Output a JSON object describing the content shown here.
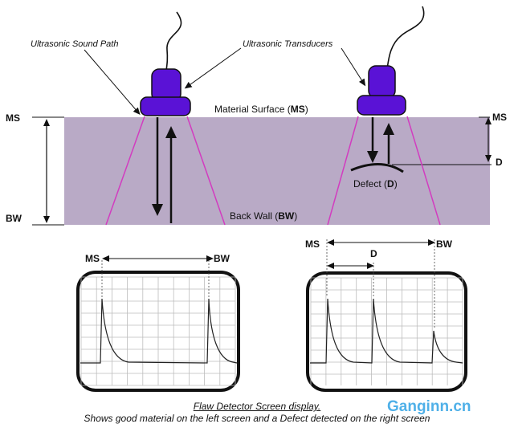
{
  "labels": {
    "sound_path": "Ultrasonic Sound Path",
    "transducers": "Ultrasonic Transducers",
    "material_surface_prefix": "Material Surface (",
    "material_surface_abbr": "MS",
    "material_surface_suffix": ")",
    "back_wall_prefix": "Back Wall (",
    "back_wall_abbr": "BW",
    "back_wall_suffix": ")",
    "defect_prefix": "Defect (",
    "defect_abbr": "D",
    "defect_suffix": ")",
    "ms": "MS",
    "bw": "BW",
    "d": "D"
  },
  "caption": {
    "line1": "Flaw Detector Screen display.",
    "line2": "Shows good material on the left screen and a Defect detected on the right screen"
  },
  "watermark": "Ganginn.cn",
  "colors": {
    "material": "#b9aac6",
    "transducer": "#5a12d6",
    "beam": "#d23cc0",
    "watermark": "#4fb0e8"
  }
}
